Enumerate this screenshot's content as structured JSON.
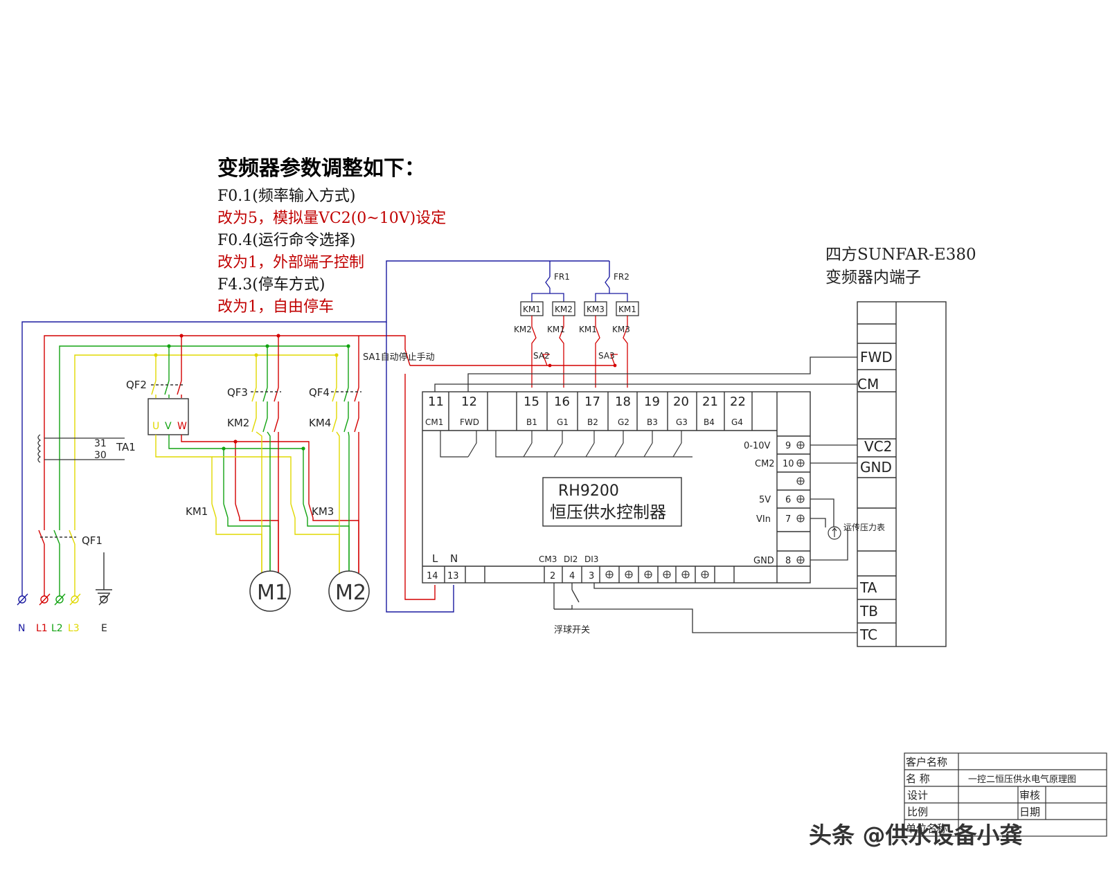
{
  "notes": {
    "title": "变频器参数调整如下：",
    "f01": "F0.1(频率输入方式)",
    "f01_set": "改为5，模拟量VC2(0~10V)设定",
    "f04": "F0.4(运行命令选择)",
    "f04_set": "改为1，外部端子控制",
    "f43": "F4.3(停车方式)",
    "f43_set": "改为1，自由停车"
  },
  "inverter": {
    "title_line1": "四方SUNFAR-E380",
    "title_line2": "变频器内端子",
    "terminals": [
      "FWD",
      "CM",
      "VC2",
      "GND",
      "TA",
      "TB",
      "TC"
    ]
  },
  "controller": {
    "model": "RH9200",
    "name": "恒压供水控制器",
    "top_numbers": [
      "11",
      "12",
      "15",
      "16",
      "17",
      "18",
      "19",
      "20",
      "21",
      "22"
    ],
    "top_labels": [
      "CM1",
      "FWD",
      "B1",
      "G1",
      "B2",
      "G2",
      "B3",
      "G3",
      "B4",
      "G4"
    ],
    "right_labels": [
      "0-10V",
      "CM2",
      "5V",
      "VIn",
      "GND"
    ],
    "right_numbers": [
      "9",
      "10",
      "6",
      "7",
      "8"
    ],
    "bottom_labels": [
      "L",
      "N",
      "CM3",
      "DI2",
      "DI3"
    ],
    "bottom_numbers": [
      "14",
      "13",
      "2",
      "4",
      "3"
    ]
  },
  "components": {
    "qf1": "QF1",
    "qf2": "QF2",
    "qf3": "QF3",
    "qf4": "QF4",
    "km1": "KM1",
    "km2": "KM2",
    "km3": "KM3",
    "km4": "KM4",
    "ta1": "TA1",
    "ta1_t31": "31",
    "ta1_t30": "30",
    "m1": "M1",
    "m2": "M2",
    "u": "U",
    "v": "V",
    "w": "W",
    "fr1": "FR1",
    "fr2": "FR2",
    "sa1": "SA1自动停止手动",
    "sa2": "SA2",
    "sa3": "SA3",
    "float_switch": "浮球开关",
    "pressure_gauge": "远传压力表"
  },
  "relay_coils": [
    "KM1",
    "KM2",
    "KM3",
    "KM1"
  ],
  "interlock_contacts": [
    "KM2",
    "KM1",
    "KM1",
    "KM3"
  ],
  "power_inputs": [
    "N",
    "L1",
    "L2",
    "L3",
    "E"
  ],
  "title_block": {
    "customer_label": "客户名称",
    "name_label": "名    称",
    "name_value": "一控二恒压供水电气原理图",
    "design_label": "设计",
    "review_label": "审核",
    "scale_label": "比例",
    "date_label": "日期",
    "unit_label": "单位名称"
  },
  "watermark": "头条 @供水设备小龚",
  "colors": {
    "L1": "#d40000",
    "L2": "#12a312",
    "L3": "#e0d800",
    "N": "#1a1aa0",
    "wire": "#000000"
  }
}
